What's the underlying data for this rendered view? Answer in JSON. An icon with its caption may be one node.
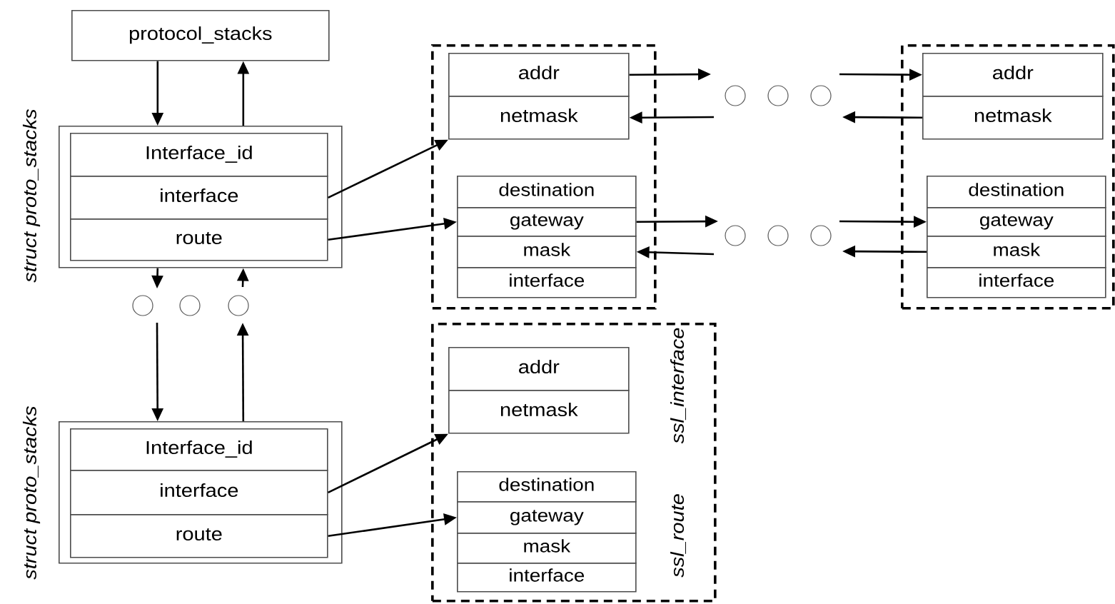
{
  "diagram": {
    "nodes": [
      {
        "text": [
          "protocol_stacks"
        ]
      },
      {
        "text": [],
        "shape": "box",
        "beside": [
          "struct proto_stacks"
        ]
      },
      {
        "text": [
          "Interface_id"
        ],
        "in": 1
      },
      {
        "text": [
          "interface"
        ],
        "in": 1
      },
      {
        "text": [
          "route"
        ],
        "in": 1
      },
      {
        "text": [],
        "shape": "box"
      },
      {
        "text": [
          "addr"
        ],
        "in": 5
      },
      {
        "text": [
          "netmask"
        ],
        "in": 5
      },
      {
        "text": [
          "destination"
        ],
        "in": 5
      },
      {
        "text": [
          "gateway"
        ],
        "in": 5
      },
      {
        "text": [
          "mask"
        ],
        "in": 5
      },
      {
        "text": [
          "interface"
        ],
        "in": 5
      },
      {
        "text": [],
        "shape": "box"
      },
      {
        "text": [
          "addr"
        ],
        "in": 12
      },
      {
        "text": [
          "netmask"
        ],
        "in": 12
      },
      {
        "text": [
          "destination"
        ],
        "in": 12
      },
      {
        "text": [
          "gateway"
        ],
        "in": 12
      },
      {
        "text": [
          "mask"
        ],
        "in": 12
      },
      {
        "text": [
          "interface"
        ],
        "in": 12
      },
      {
        "text": [],
        "shape": "box",
        "beside": [
          "struct proto_stacks"
        ]
      },
      {
        "text": [
          "Interface_id"
        ],
        "in": 19
      },
      {
        "text": [
          "interface"
        ],
        "in": 19
      },
      {
        "text": [
          "route"
        ],
        "in": 19
      },
      {
        "text": [],
        "shape": "box"
      },
      {
        "text": [
          "addr"
        ],
        "in": 23
      },
      {
        "text": [
          "netmask"
        ],
        "in": 23
      },
      {
        "text": [
          "destination"
        ],
        "in": 23
      },
      {
        "text": [
          "gateway"
        ],
        "in": 23
      },
      {
        "text": [
          "mask"
        ],
        "in": 23
      },
      {
        "text": [
          "interface"
        ],
        "in": 23
      }
    ],
    "edges": [
      {
        "from": 0,
        "to": 1,
        "arrow": "to"
      },
      {
        "from": 1,
        "to": 0,
        "arrow": "to"
      },
      {
        "from": 3,
        "to": 7,
        "arrow": "to"
      },
      {
        "from": 4,
        "to": 9,
        "arrow": "to"
      },
      {
        "from": 6,
        "to": null,
        "arrow": "to"
      },
      {
        "from": null,
        "to": 13,
        "arrow": "to"
      },
      {
        "from": 14,
        "to": null,
        "arrow": "to"
      },
      {
        "from": null,
        "to": 7,
        "arrow": "to"
      },
      {
        "from": 9,
        "to": null,
        "arrow": "to"
      },
      {
        "from": null,
        "to": 16,
        "arrow": "to"
      },
      {
        "from": 17,
        "to": null,
        "arrow": "to"
      },
      {
        "from": null,
        "to": 10,
        "arrow": "to"
      },
      {
        "from": 1,
        "to": null,
        "arrow": "to"
      },
      {
        "from": null,
        "to": 1,
        "arrow": "to"
      },
      {
        "from": null,
        "to": 19,
        "arrow": "to"
      },
      {
        "from": 19,
        "to": null,
        "arrow": "to"
      },
      {
        "from": 21,
        "to": 25,
        "arrow": "to"
      },
      {
        "from": 22,
        "to": 27,
        "arrow": "to"
      }
    ],
    "labels": [
      "ssl_interface",
      "ssl_route"
    ]
  }
}
